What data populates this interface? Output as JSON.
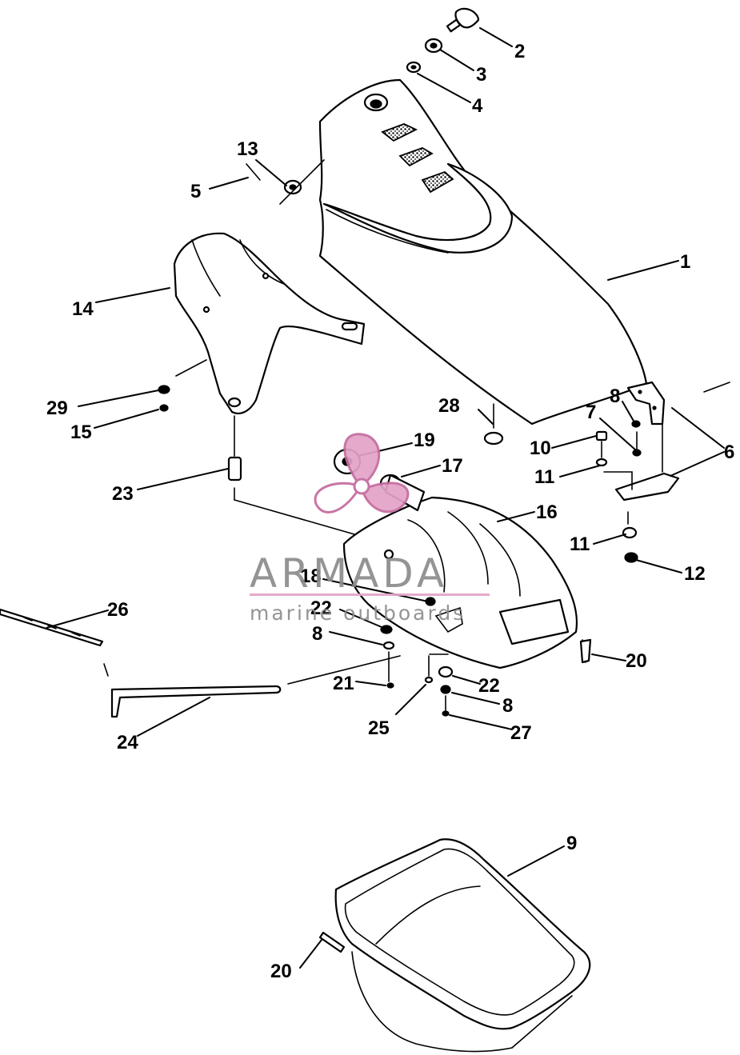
{
  "callouts": {
    "n1": "1",
    "n2": "2",
    "n3": "3",
    "n4": "4",
    "n5": "5",
    "n6": "6",
    "n7": "7",
    "n8a": "8",
    "n8b": "8",
    "n8c": "8",
    "n9": "9",
    "n10": "10",
    "n11a": "11",
    "n11b": "11",
    "n12": "12",
    "n13": "13",
    "n14": "14",
    "n15": "15",
    "n16": "16",
    "n17": "17",
    "n18": "18",
    "n19": "19",
    "n20a": "20",
    "n20b": "20",
    "n21": "21",
    "n22a": "22",
    "n22b": "22",
    "n23": "23",
    "n24": "24",
    "n25": "25",
    "n26": "26",
    "n27": "27",
    "n28": "28",
    "n29": "29"
  },
  "watermark": {
    "brand": "ARMADA",
    "tagline": "marine outboards",
    "colors": {
      "brand_text": "#8c8c8c",
      "accent": "#e3a3c7",
      "accent_dark": "#c46a9e"
    },
    "logo_icon": "propeller-icon"
  },
  "colors": {
    "line": "#000000",
    "background": "#ffffff"
  }
}
